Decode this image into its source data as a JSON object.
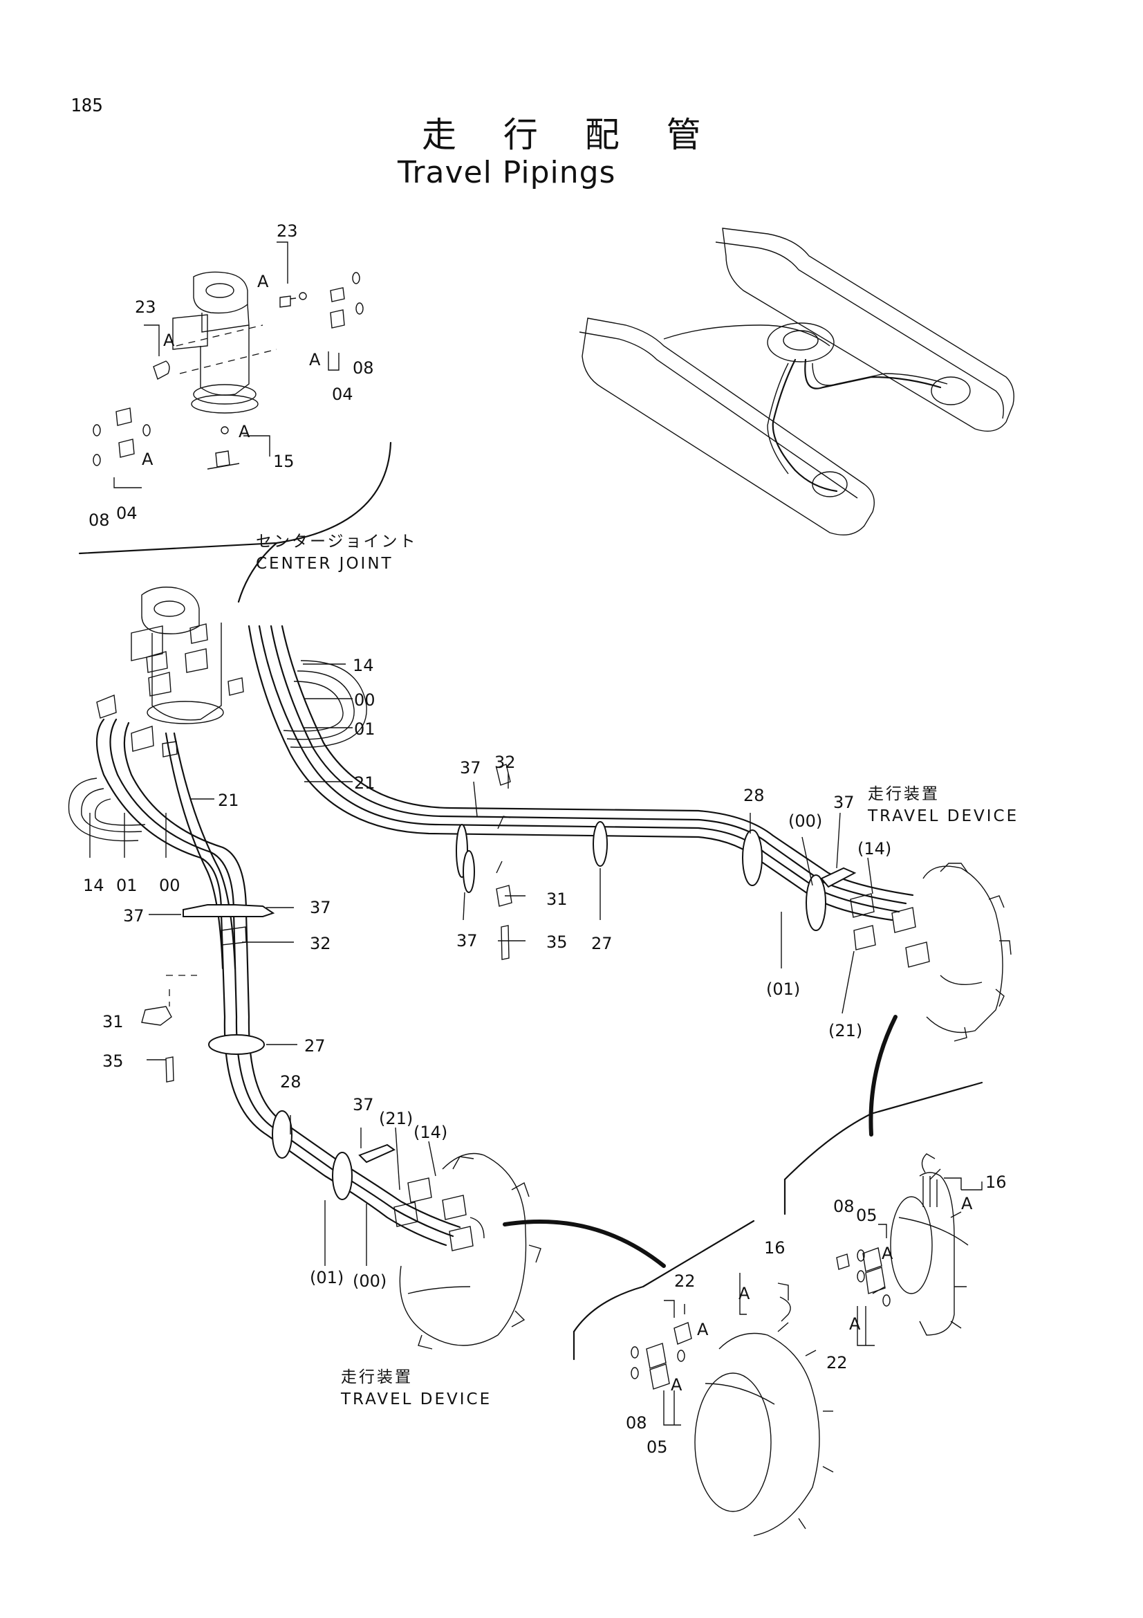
{
  "page_number": "185",
  "title_jp": "走 行 配 管",
  "title_en": "Travel Pipings",
  "captions": {
    "center_joint_jp": "センタージョイント",
    "center_joint_en": "CENTER  JOINT",
    "travel_device_right_jp": "走行装置",
    "travel_device_right_en": "TRAVEL  DEVICE",
    "travel_device_left_jp": "走行装置",
    "travel_device_left_en": "TRAVEL  DEVICE"
  },
  "callouts": {
    "cj_23_top": "23",
    "cj_a_top": "A",
    "cj_23_left": "23",
    "cj_a_left": "A",
    "cj_a_mid": "A",
    "cj_08_right": "08",
    "cj_04_right": "04",
    "cj_a_low": "A",
    "cj_a_bottom": "A",
    "cj_15": "15",
    "cj_08_left": "08",
    "cj_04_left": "04",
    "h_14": "14",
    "h_00": "00",
    "h_01": "01",
    "h_21_right": "21",
    "h_21_left": "21",
    "h_14_low": "14",
    "h_01_low": "01",
    "h_00_low": "00",
    "c37_top": "37",
    "c32_top": "32",
    "c31_mid": "31",
    "c37_mid_low": "37",
    "c35_mid": "35",
    "c27_mid": "27",
    "c28_right": "28",
    "c00p_right": "(00)",
    "c37_right": "37",
    "c14p_right": "(14)",
    "c01p_right": "(01)",
    "c21p_right": "(21)",
    "c37_left_a": "37",
    "c37_left_b": "37",
    "c32_left": "32",
    "c31_left": "31",
    "c35_left": "35",
    "c27_left": "27",
    "c28_left": "28",
    "c37_bl": "37",
    "c21p_bl": "(21)",
    "c14p_bl": "(14)",
    "c01p_bl": "(01)",
    "c00p_bl": "(00)",
    "r_16": "16",
    "r_a_top": "A",
    "r_08": "08",
    "r_05": "05",
    "r_a_mid": "A",
    "r_a_low": "A",
    "r_22": "22",
    "m_16": "16",
    "m_a_left": "A",
    "m_22": "22",
    "m_a_top": "A",
    "m_a_low": "A",
    "m_08": "08",
    "m_05": "05"
  }
}
